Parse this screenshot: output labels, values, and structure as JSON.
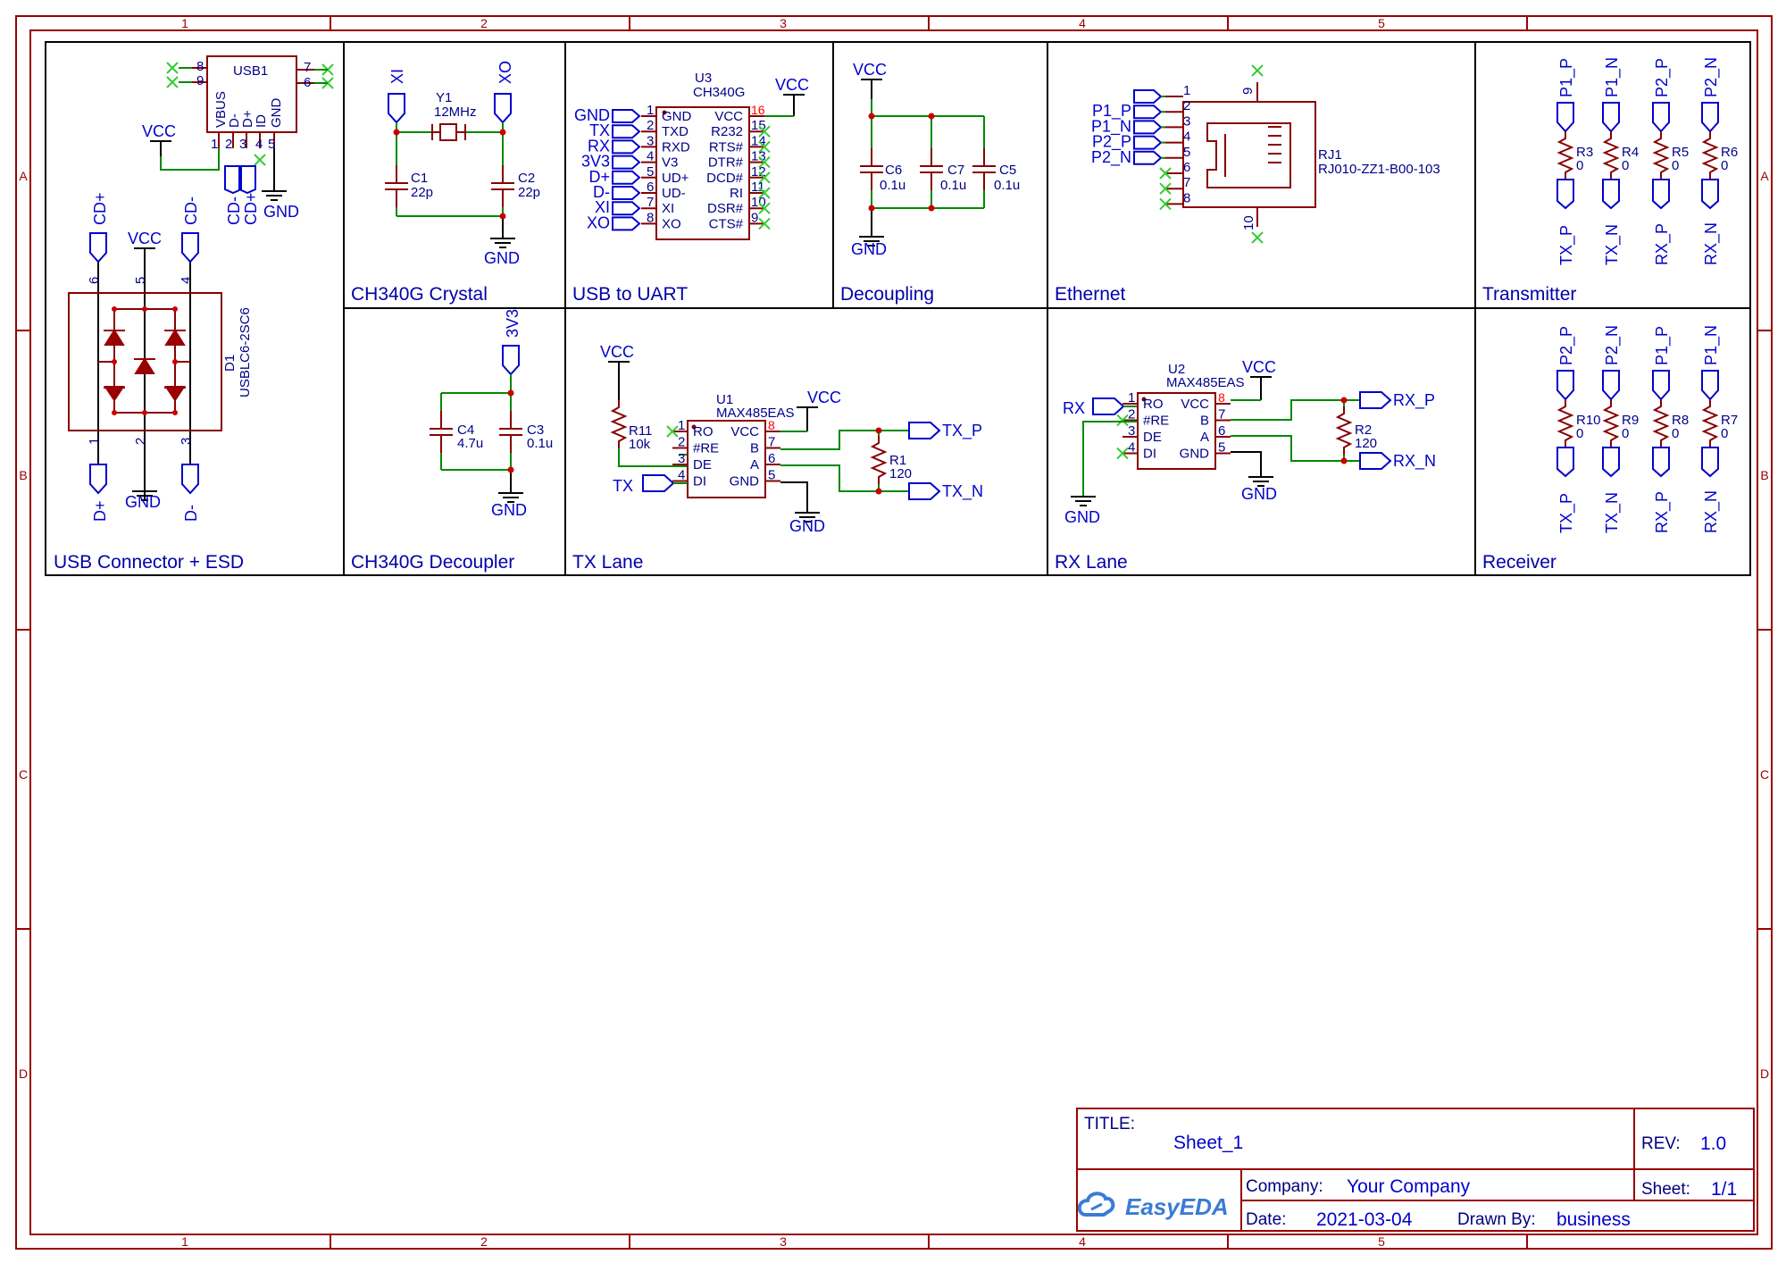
{
  "border": {
    "columns": [
      "1",
      "2",
      "3",
      "4",
      "5"
    ],
    "rows": [
      "A",
      "B",
      "C",
      "D"
    ]
  },
  "blocks": {
    "usb": "USB Connector + ESD",
    "crystal": "CH340G Crystal",
    "uart": "USB to UART",
    "decoupling": "Decoupling",
    "ethernet": "Ethernet",
    "transmitter": "Transmitter",
    "decoupler": "CH340G Decoupler",
    "txlane": "TX Lane",
    "rxlane": "RX Lane",
    "receiver": "Receiver"
  },
  "usb": {
    "ref": "USB1",
    "pins_top": [
      "8",
      "9",
      "7",
      "6"
    ],
    "pins_bottom": [
      "1",
      "2",
      "3",
      "4",
      "5"
    ],
    "pin_names": [
      "VBUS",
      "D-",
      "D+",
      "ID",
      "GND"
    ],
    "vcc": "VCC",
    "gnd": "GND",
    "cdm": "CD-",
    "cdp": "CD+",
    "esd_ref": "D1",
    "esd_part": "USBLC6-2SC6",
    "esd_pins_top": [
      "6",
      "5",
      "4"
    ],
    "esd_pins_bottom": [
      "1",
      "2",
      "3"
    ],
    "net_cdp": "CD+",
    "net_cdm": "CD-",
    "net_dp": "D+",
    "net_dm": "D-"
  },
  "crystal": {
    "xi": "XI",
    "xo": "XO",
    "y_ref": "Y1",
    "y_val": "12MHz",
    "c1_ref": "C1",
    "c1_val": "22p",
    "c2_ref": "C2",
    "c2_val": "22p",
    "gnd": "GND"
  },
  "uart": {
    "ref": "U3",
    "part": "CH340G",
    "vcc": "VCC",
    "left_nets": [
      "GND",
      "TX",
      "RX",
      "3V3",
      "D+",
      "D-",
      "XI",
      "XO"
    ],
    "left_pins": [
      "1",
      "2",
      "3",
      "4",
      "5",
      "6",
      "7",
      "8"
    ],
    "left_names": [
      "GND",
      "TXD",
      "RXD",
      "V3",
      "UD+",
      "UD-",
      "XI",
      "XO"
    ],
    "right_pins": [
      "16",
      "15",
      "14",
      "13",
      "12",
      "11",
      "10",
      "9"
    ],
    "right_names": [
      "VCC",
      "R232",
      "RTS#",
      "DTR#",
      "DCD#",
      "RI",
      "DSR#",
      "CTS#"
    ]
  },
  "decoupling": {
    "vcc": "VCC",
    "gnd": "GND",
    "caps": [
      {
        "ref": "C6",
        "val": "0.1u"
      },
      {
        "ref": "C7",
        "val": "0.1u"
      },
      {
        "ref": "C5",
        "val": "0.1u"
      }
    ]
  },
  "ethernet": {
    "nets": [
      "P1_P",
      "P1_N",
      "P2_P",
      "P2_N"
    ],
    "pins": [
      "1",
      "2",
      "3",
      "4",
      "5",
      "6",
      "7",
      "8"
    ],
    "pin_top": "9",
    "pin_bottom": "10",
    "ref": "RJ1",
    "part": "RJ010-ZZ1-B00-103"
  },
  "transmitter": {
    "top_nets": [
      "P1_P",
      "P1_N",
      "P2_P",
      "P2_N"
    ],
    "resistors": [
      {
        "ref": "R3",
        "val": "0"
      },
      {
        "ref": "R4",
        "val": "0"
      },
      {
        "ref": "R5",
        "val": "0"
      },
      {
        "ref": "R6",
        "val": "0"
      }
    ],
    "bottom_nets": [
      "TX_P",
      "TX_N",
      "RX_P",
      "RX_N"
    ]
  },
  "decoupler": {
    "net": "3V3",
    "c4_ref": "C4",
    "c4_val": "4.7u",
    "c3_ref": "C3",
    "c3_val": "0.1u",
    "gnd": "GND"
  },
  "txlane": {
    "vcc": "VCC",
    "vcc2": "VCC",
    "r11_ref": "R11",
    "r11_val": "10k",
    "u_ref": "U1",
    "u_part": "MAX485EAS",
    "left_pins": [
      "1",
      "2",
      "3",
      "4"
    ],
    "left_names": [
      "RO",
      "#RE",
      "DE",
      "DI"
    ],
    "right_pins": [
      "8",
      "7",
      "6",
      "5"
    ],
    "right_names": [
      "VCC",
      "B",
      "A",
      "GND"
    ],
    "tx": "TX",
    "r1_ref": "R1",
    "r1_val": "120",
    "txp": "TX_P",
    "txn": "TX_N",
    "gnd": "GND"
  },
  "rxlane": {
    "rx": "RX",
    "vcc": "VCC",
    "u_ref": "U2",
    "u_part": "MAX485EAS",
    "left_pins": [
      "1",
      "2",
      "3",
      "4"
    ],
    "left_names": [
      "RO",
      "#RE",
      "DE",
      "DI"
    ],
    "right_pins": [
      "8",
      "7",
      "6",
      "5"
    ],
    "right_names": [
      "VCC",
      "B",
      "A",
      "GND"
    ],
    "r2_ref": "R2",
    "r2_val": "120",
    "rxp": "RX_P",
    "rxn": "RX_N",
    "gnd": "GND",
    "gnd2": "GND"
  },
  "receiver": {
    "top_nets": [
      "P2_P",
      "P2_N",
      "P1_P",
      "P1_N"
    ],
    "resistors": [
      {
        "ref": "R10",
        "val": "0"
      },
      {
        "ref": "R9",
        "val": "0"
      },
      {
        "ref": "R8",
        "val": "0"
      },
      {
        "ref": "R7",
        "val": "0"
      }
    ],
    "bottom_nets": [
      "TX_P",
      "TX_N",
      "RX_P",
      "RX_N"
    ]
  },
  "titleblock": {
    "title_label": "TITLE:",
    "title": "Sheet_1",
    "rev_label": "REV:",
    "rev": "1.0",
    "company_label": "Company:",
    "company": "Your Company",
    "sheet_label": "Sheet:",
    "sheet": "1/1",
    "date_label": "Date:",
    "date": "2021-03-04",
    "drawn_label": "Drawn By:",
    "drawn": "business",
    "logo": "EasyEDA"
  },
  "colors": {
    "frame": "#990000",
    "wire": "#008800",
    "text": "#0000cc",
    "part": "#880000",
    "pin_red": "#ff0000",
    "noconnect": "#33cc33"
  }
}
